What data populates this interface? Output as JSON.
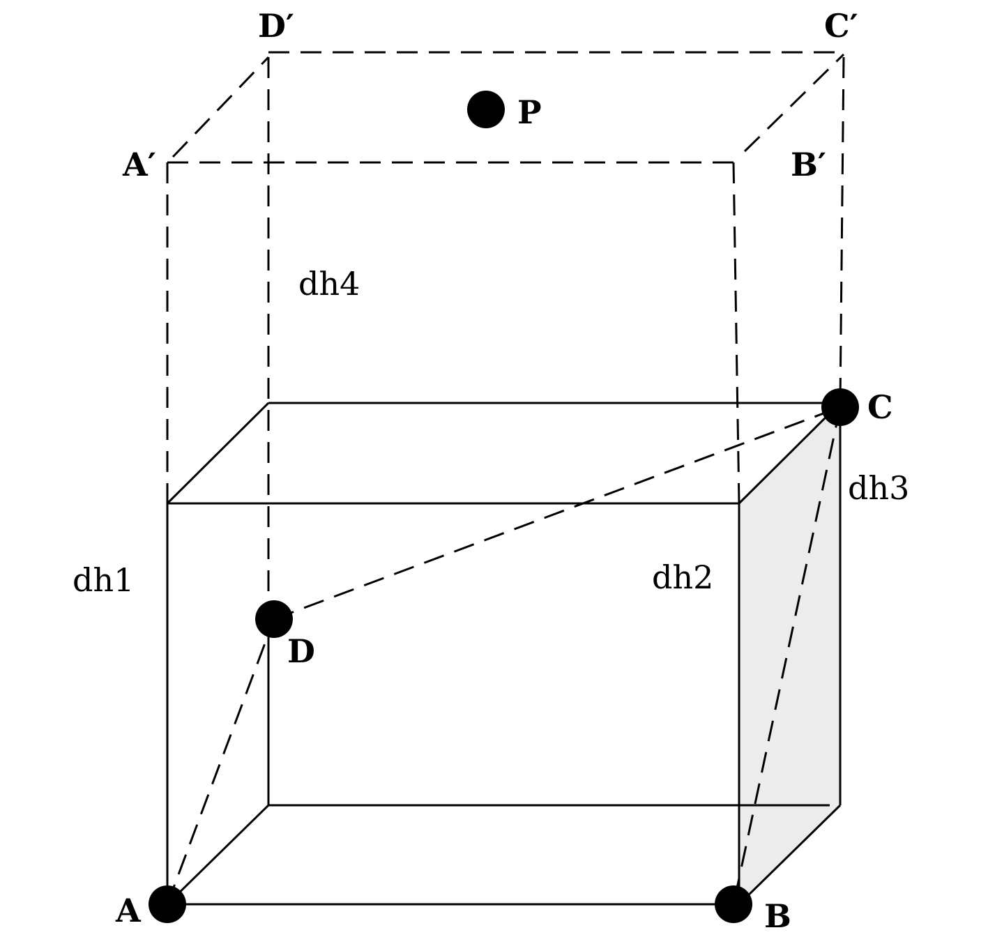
{
  "figure": {
    "shaded_face_color": "#ececec",
    "line_color": "#000000",
    "vertex_labels": {
      "A": "A",
      "B": "B",
      "C": "C",
      "D": "D",
      "A_prime": "A′",
      "B_prime": "B′",
      "C_prime": "C′",
      "D_prime": "D′",
      "P": "P"
    },
    "height_labels": {
      "dh1": "dh1",
      "dh2": "dh2",
      "dh3": "dh3",
      "dh4": "dh4"
    }
  }
}
